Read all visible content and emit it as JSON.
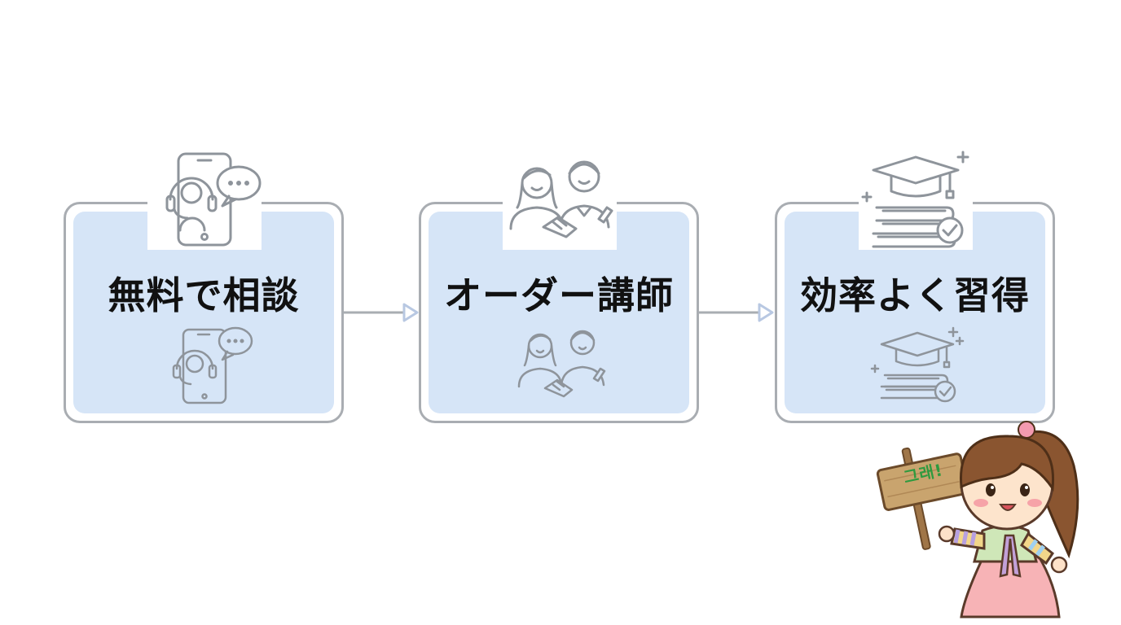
{
  "steps": [
    {
      "label": "無料で相談",
      "icon": "phone-support-chat-icon"
    },
    {
      "label": "オーダー講師",
      "icon": "handshake-people-icon"
    },
    {
      "label": "効率よく習得",
      "icon": "graduation-cap-books-icon"
    }
  ],
  "mascot": {
    "sign_text": "그래!",
    "icon": "hanbok-girl-mascot-icon"
  },
  "colors": {
    "box_fill": "#d6e5f7",
    "box_border": "#a9adb2",
    "icon_stroke": "#8e949b",
    "arrow": "#b8c8e2",
    "sign_text": "#2f9a3f"
  }
}
